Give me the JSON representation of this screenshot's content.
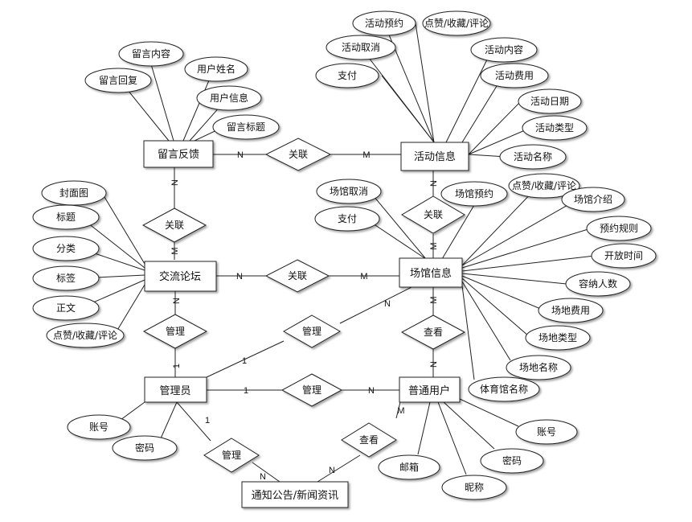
{
  "entities": {
    "liuyan": "留言反馈",
    "huodong": "活动信息",
    "luntan": "交流论坛",
    "changguan": "场馆信息",
    "admin": "管理员",
    "user": "普通用户",
    "notice": "通知公告/新闻资讯"
  },
  "relations": {
    "r_ly_hd": "关联",
    "r_ly_lt": "关联",
    "r_hd_cg": "关联",
    "r_lt_cg": "关联",
    "r_lt_ad": "管理",
    "r_ad_cg": "管理",
    "r_ad_us": "管理",
    "r_us_cg": "查看",
    "r_ad_no": "管理",
    "r_us_no": "查看"
  },
  "attributes": {
    "ly_neirong": "留言内容",
    "ly_huifu": "留言回复",
    "ly_xingming": "用户姓名",
    "ly_xinxi": "用户信息",
    "ly_biaoti": "留言标题",
    "hd_yuyue": "活动预约",
    "hd_dianzan": "点赞/收藏/评论",
    "hd_quxiao": "活动取消",
    "hd_neirong": "活动内容",
    "hd_zhifu": "支付",
    "hd_feiyong": "活动费用",
    "hd_riqi": "活动日期",
    "hd_leixing": "活动类型",
    "hd_mingcheng": "活动名称",
    "lt_fengmian": "封面图",
    "lt_biaoti": "标题",
    "lt_fenlei": "分类",
    "lt_biaoqian": "标签",
    "lt_zhengwen": "正文",
    "lt_dianzan": "点赞/收藏/评论",
    "cg_quxiao": "场馆取消",
    "cg_yuyue": "场馆预约",
    "cg_dianzan": "点赞/收藏/评论",
    "cg_jieshao": "场馆介绍",
    "cg_zhifu": "支付",
    "cg_guize": "预约规则",
    "cg_shijian": "开放时间",
    "cg_renshu": "容纳人数",
    "cg_feiyong": "场地费用",
    "cg_leixing": "场地类型",
    "cg_mingcheng": "场地名称",
    "cg_tiyuguan": "体育馆名称",
    "ad_zhanghao": "账号",
    "ad_mima": "密码",
    "us_zhanghao": "账号",
    "us_mima": "密码",
    "us_youxiang": "邮箱",
    "us_nicheng": "昵称"
  },
  "cardinalities": {
    "n": "N",
    "m": "M",
    "one": "1"
  }
}
